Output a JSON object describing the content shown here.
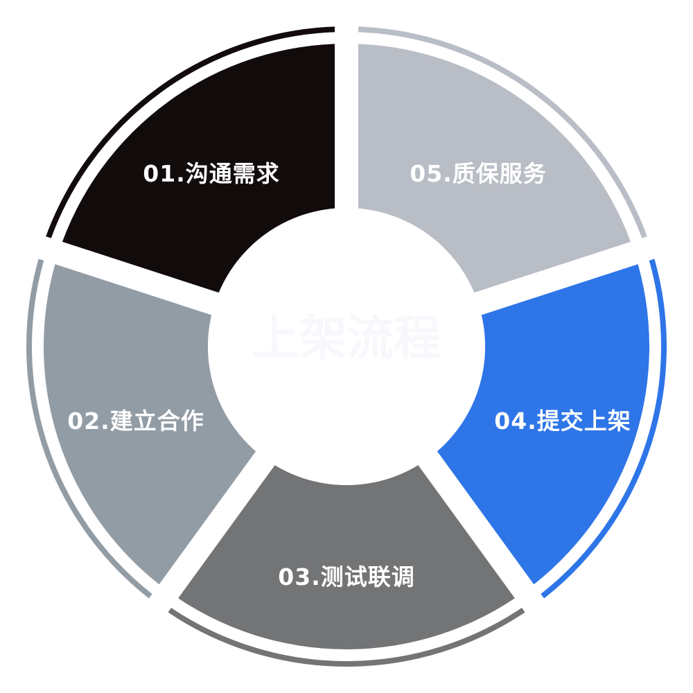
{
  "title": "上架流程",
  "steps": [
    {
      "label": "01.沟通需求",
      "color": "#120b0b"
    },
    {
      "label": "02.建立合作",
      "color": "#929ca5"
    },
    {
      "label": "03.测试联调",
      "color": "#737476"
    },
    {
      "label": "04.提交上架",
      "color": "#2e75e8"
    },
    {
      "label": "05.质保服务",
      "color": "#b9bdc5"
    }
  ]
}
